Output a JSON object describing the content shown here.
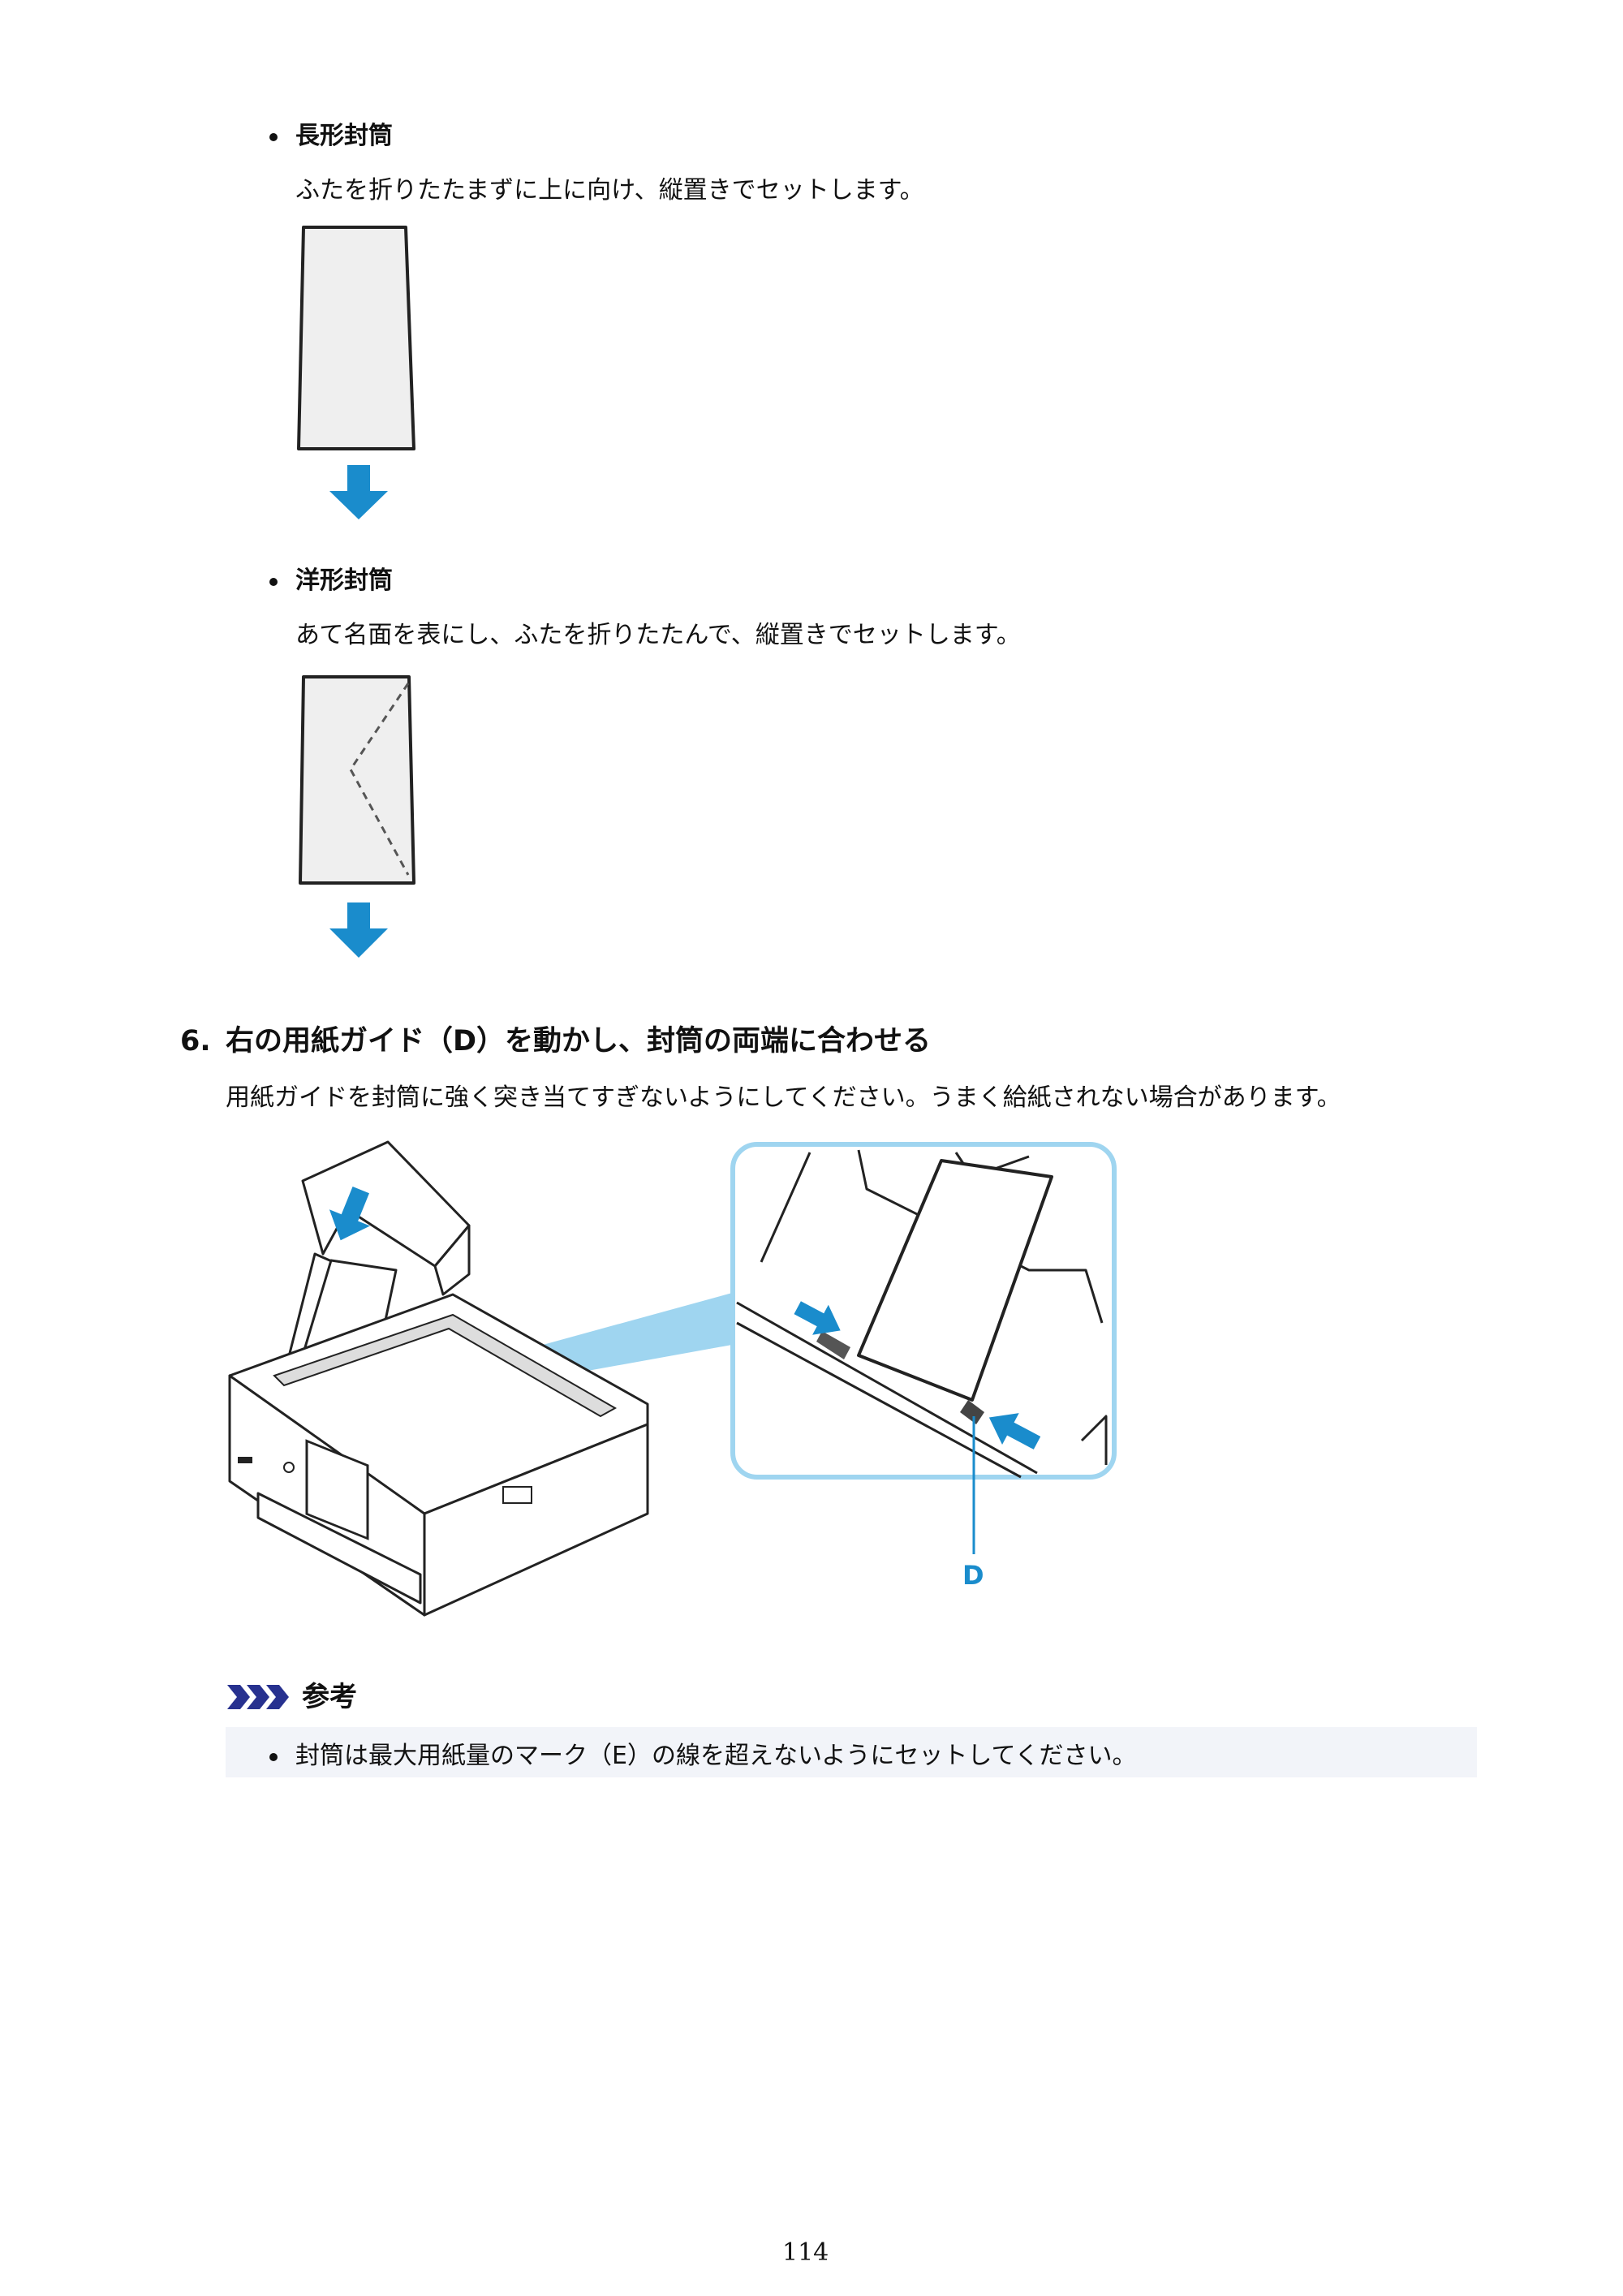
{
  "section_envelope_long": {
    "heading": "長形封筒",
    "instruction": "ふたを折りたたまずに上に向け、縦置きでセットします。"
  },
  "section_envelope_western": {
    "heading": "洋形封筒",
    "instruction": "あて名面を表にし、ふたを折りたたんで、縦置きでセットします。"
  },
  "step6": {
    "number": "6.",
    "title": "右の用紙ガイド（D）を動かし、封筒の両端に合わせる",
    "instruction": "用紙ガイドを封筒に強く突き当てすぎないようにしてください。うまく給紙されない場合があります。",
    "callout_label": "D"
  },
  "note": {
    "heading": "参考",
    "items": [
      "封筒は最大用紙量のマーク（E）の線を超えないようにセットしてください。"
    ]
  },
  "page_number": "114",
  "colors": {
    "accent_blue": "#1a8ccc",
    "light_blue": "#9fd5f0",
    "envelope_fill": "#efefef",
    "note_background": "#f2f4f9"
  }
}
